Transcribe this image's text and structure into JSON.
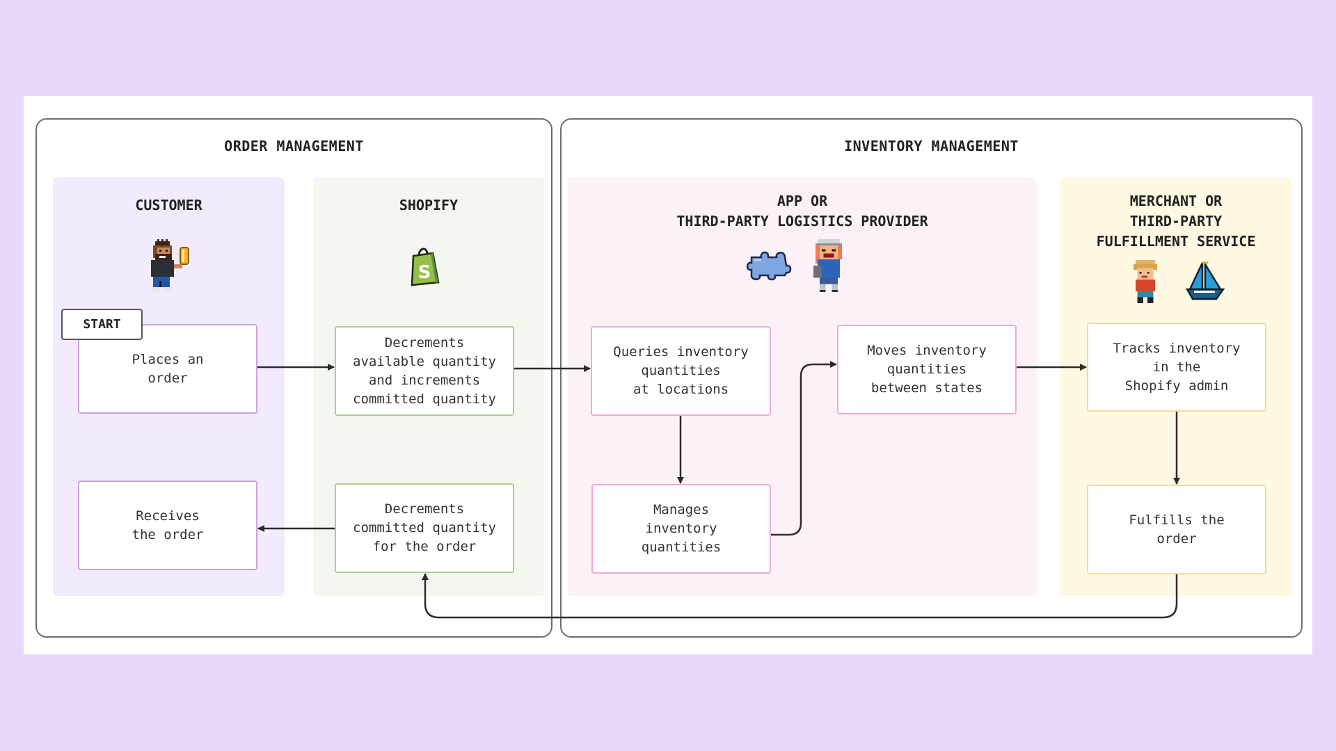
{
  "colors": {
    "page_background": "#e6d9fa",
    "customer_lane": "#f1ebfd",
    "shopify_lane": "#f4f7ef",
    "app_lane": "#fdf1f8",
    "merchant_lane": "#fff8e2",
    "customer_border": "#c9a3e0",
    "shopify_border": "#a9cf8e",
    "app_border": "#f2a9d8",
    "merchant_border": "#f6d9a0",
    "arrow": "#2b2b2b"
  },
  "sections": {
    "order_management": {
      "title": "ORDER MANAGEMENT"
    },
    "inventory_management": {
      "title": "INVENTORY MANAGEMENT"
    }
  },
  "lanes": {
    "customer": {
      "title": "CUSTOMER",
      "icons": [
        "pixel-customer-with-coin-icon"
      ]
    },
    "shopify": {
      "title": "SHOPIFY",
      "icons": [
        "shopify-bag-icon"
      ]
    },
    "app": {
      "title": "APP OR\nTHIRD-PARTY LOGISTICS PROVIDER",
      "icons": [
        "puzzle-piece-icon",
        "pixel-worker-icon"
      ]
    },
    "merchant": {
      "title": "MERCHANT OR\nTHIRD-PARTY\nFULFILLMENT SERVICE",
      "icons": [
        "pixel-merchant-icon",
        "sailboat-icon"
      ]
    }
  },
  "start_label": "START",
  "nodes": {
    "places_order": "Places an\norder",
    "decrement_available": "Decrements\navailable quantity\nand increments\ncommitted quantity",
    "receives_order": "Receives\nthe order",
    "decrement_committed": "Decrements\ncommitted quantity\nfor the order",
    "queries_inventory": "Queries inventory\nquantities\nat locations",
    "manages_inventory": "Manages\ninventory\nquantities",
    "moves_inventory": "Moves inventory\nquantities\nbetween states",
    "tracks_inventory": "Tracks inventory\nin the\nShopify admin",
    "fulfills_order": "Fulfills the\norder"
  },
  "flow": [
    [
      "places_order",
      "decrement_available"
    ],
    [
      "decrement_available",
      "queries_inventory"
    ],
    [
      "queries_inventory",
      "manages_inventory"
    ],
    [
      "manages_inventory",
      "moves_inventory"
    ],
    [
      "moves_inventory",
      "tracks_inventory"
    ],
    [
      "tracks_inventory",
      "fulfills_order"
    ],
    [
      "fulfills_order",
      "decrement_committed"
    ],
    [
      "decrement_committed",
      "receives_order"
    ]
  ]
}
